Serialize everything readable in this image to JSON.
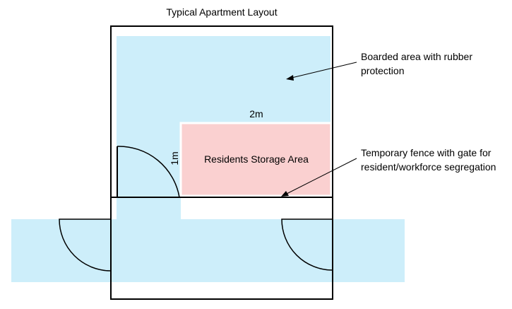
{
  "title": "Typical Apartment Layout",
  "labels": {
    "boarded_area": [
      "Boarded area with rubber",
      "protection"
    ],
    "temporary_fence": [
      "Temporary fence with gate for",
      "resident/workforce segregation"
    ],
    "storage_area": "Residents Storage Area",
    "width_dim": "2m",
    "height_dim": "1m"
  },
  "colors": {
    "boarded_area": "#cdeefa",
    "storage_area": "#fad0d0",
    "walls": "#000000",
    "background": "#ffffff"
  }
}
